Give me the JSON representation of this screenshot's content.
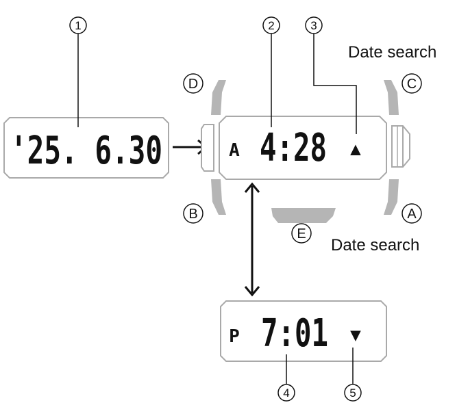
{
  "left_display": {
    "text": "'25. 6.30"
  },
  "main_display": {
    "indicator": "A",
    "time": "4:28",
    "symbol": "▲"
  },
  "bottom_display": {
    "indicator": "P",
    "time": "7:01",
    "symbol": "▼"
  },
  "callouts": {
    "c1": "1",
    "c2": "2",
    "c3": "3",
    "c4": "4",
    "c5": "5",
    "button_a": "A",
    "button_b": "B",
    "button_c": "C",
    "button_d": "D",
    "button_e": "E"
  },
  "captions": {
    "button_c_label": "Date search",
    "button_e_label": "Date search"
  },
  "colors": {
    "button_gray": "#b5b5b5",
    "panel_border": "#a9a9a9",
    "ink": "#111111"
  }
}
